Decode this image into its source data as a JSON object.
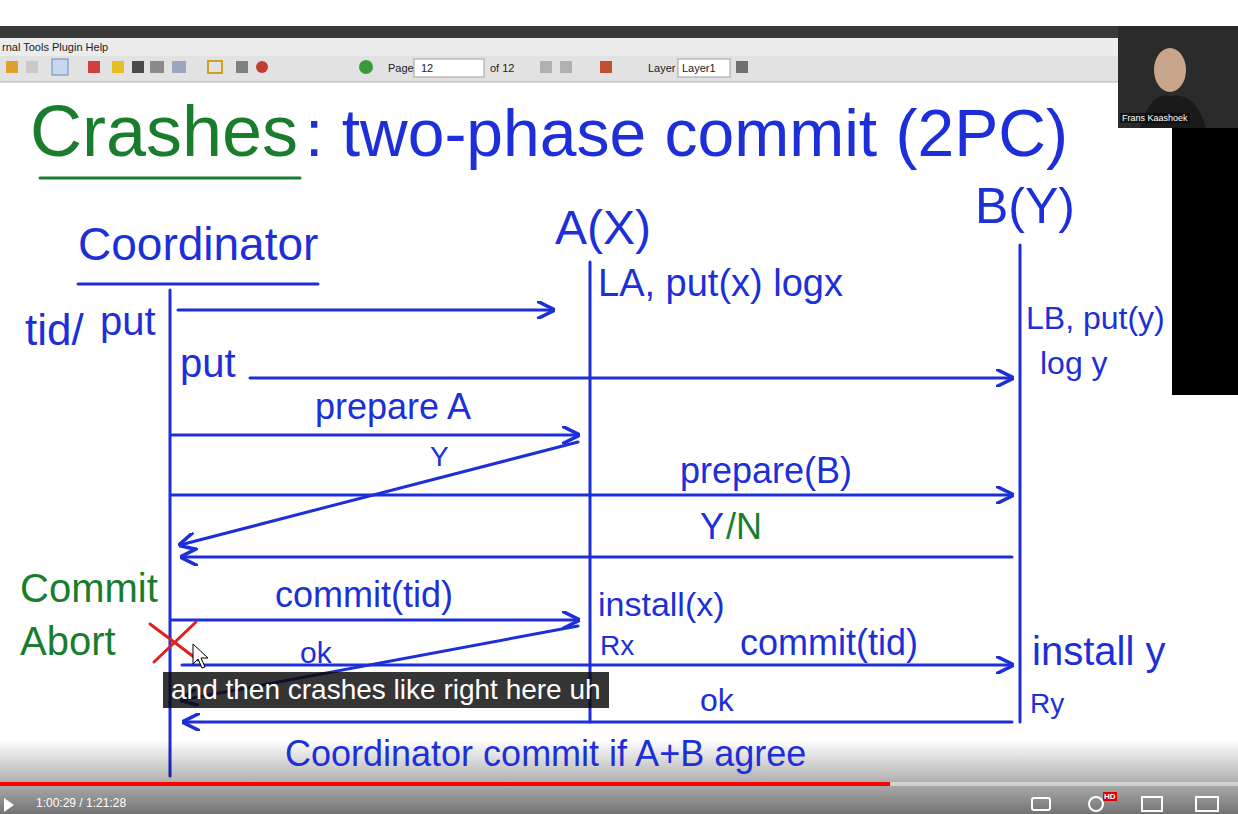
{
  "diagram": {
    "labels": [
      "rnal Tools Plugin Help",
      "Page",
      "12",
      "of 12",
      "Layer",
      "Layer1",
      "Frans Kaashoek",
      "Crashes",
      ": two-phase commit (2PC)",
      "Coordinator",
      "A(X)",
      "B(Y)",
      "tid/",
      "put",
      "put",
      "LA, put(x) logx",
      "LB, put(y)",
      "log y",
      "prepare A",
      "Y",
      "prepare(B)",
      "Y",
      "/N",
      "Commit",
      "Abort",
      "commit(tid)",
      "ok",
      "Rx",
      "install(x)",
      "commit(tid)",
      "install y",
      "Ry",
      "ok",
      "Coordinator commit if A+B agree",
      "and then crashes like right here uh",
      "1:00:29 / 1:21:28",
      "HD"
    ]
  }
}
